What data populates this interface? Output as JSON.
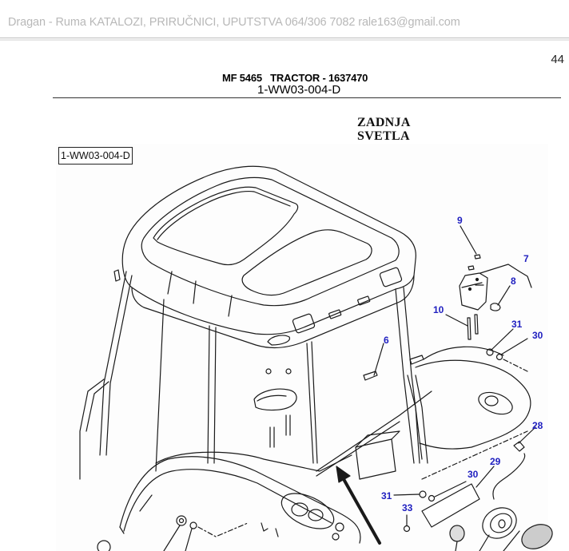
{
  "header": {
    "watermark": "Dragan - Ruma KATALOZI, PRIRUČNICI, UPUTSTVA 064/306 7082 rale163@gmail.com",
    "page_number": "44"
  },
  "document": {
    "title_line_1": "MF 5465   TRACTOR - 1637470",
    "title_line_2": "1-WW03-004-D",
    "section_title_line_1": "ZADNJA",
    "section_title_line_2": "SVETLA",
    "figure_ref": "1-WW03-004-D"
  },
  "colors": {
    "callout": "#2020c0",
    "line": "#1a1a1a",
    "watermark": "#b8b8b8"
  },
  "callouts": [
    {
      "id": "c9",
      "label": "9"
    },
    {
      "id": "c7",
      "label": "7"
    },
    {
      "id": "c8",
      "label": "8"
    },
    {
      "id": "c10",
      "label": "10"
    },
    {
      "id": "c31a",
      "label": "31"
    },
    {
      "id": "c30a",
      "label": "30"
    },
    {
      "id": "c6",
      "label": "6"
    },
    {
      "id": "c28",
      "label": "28"
    },
    {
      "id": "c29",
      "label": "29"
    },
    {
      "id": "c30b",
      "label": "30"
    },
    {
      "id": "c31b",
      "label": "31"
    },
    {
      "id": "c33",
      "label": "33"
    }
  ]
}
